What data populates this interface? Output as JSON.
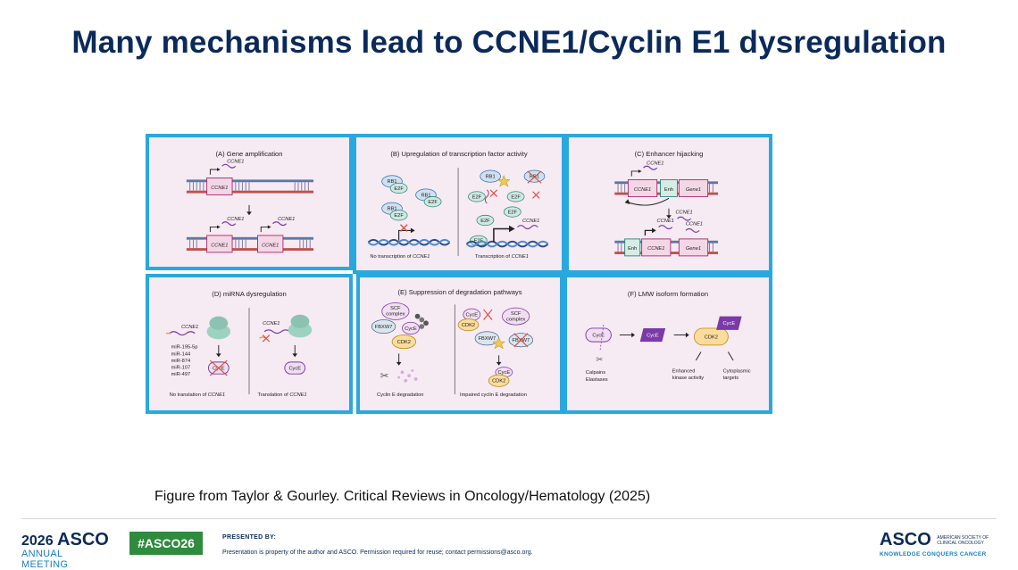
{
  "slide": {
    "title": "Many mechanisms lead to CCNE1/Cyclin E1 dysregulation",
    "caption": "Figure from Taylor & Gourley. Critical Reviews in Oncology/Hematology (2025)"
  },
  "figure": {
    "panels": {
      "a": {
        "title": "(A) Gene amplification",
        "labels": [
          "CCNE1",
          "CCNE1",
          "CCNE1",
          "CCNE1",
          "CCNE1",
          "CCNE1"
        ]
      },
      "b": {
        "title": "(B) Upregulation of transcription factor activity",
        "rb1": "RB1",
        "e2f": "E2F",
        "ccne1": "CCNE1",
        "no_tx_prefix": "No transcription of ",
        "no_tx_gene": "CCNE1",
        "tx_prefix": "Transcription of ",
        "tx_gene": "CCNE1"
      },
      "c": {
        "title": "(C) Enhancer hijacking",
        "ccne1": "CCNE1",
        "enh": "Enh",
        "gene1": "Gene1"
      },
      "d": {
        "title": "(D) miRNA dysregulation",
        "ccne1": "CCNE1",
        "mirnas": [
          "miR-195-5p",
          "miR-144",
          "miR-874",
          "miR-107",
          "miR-497"
        ],
        "cyce": "CycE",
        "no_tl_prefix": "No translation of ",
        "no_tl_gene": "CCNE1",
        "tl_prefix": "Translation of ",
        "tl_gene": "CCNE1"
      },
      "e": {
        "title": "(E) Suppression of degradation pathways",
        "scf": "SCF",
        "complex": "complex",
        "fbxw7": "FBXW7",
        "cdk2": "CDK2",
        "cyce": "CycE",
        "left_caption": "Cyclin E degradation",
        "right_caption": "Impaired cyclin E degradation"
      },
      "f": {
        "title": "(F) LMW isoform formation",
        "cyce": "CycE",
        "cdk2": "CDK2",
        "calpains": "Calpains",
        "elastases": "Elastases",
        "enhanced": "Enhanced",
        "kinase": "kinase activity",
        "cytoplasmic": "Cytoplasmic",
        "targets": "targets"
      }
    }
  },
  "footer": {
    "year": "2026",
    "asco": "ASCO",
    "annual": "ANNUAL MEETING",
    "hashtag": "#ASCO26",
    "presented_by": "PRESENTED BY:",
    "disclaimer": "Presentation is property of the author and ASCO. Permission required for reuse; contact permissions@asco.org.",
    "right_logo": "ASCO",
    "society_line1": "AMERICAN SOCIETY OF",
    "society_line2": "CLINICAL ONCOLOGY",
    "tagline": "KNOWLEDGE CONQUERS CANCER"
  },
  "colors": {
    "title": "#0b2a5a",
    "panel_border": "#29a8e0",
    "panel_bg": "#f6eaf3",
    "hashtag_bg": "#2f8b3d",
    "accent_blue": "#1a7fc1"
  }
}
